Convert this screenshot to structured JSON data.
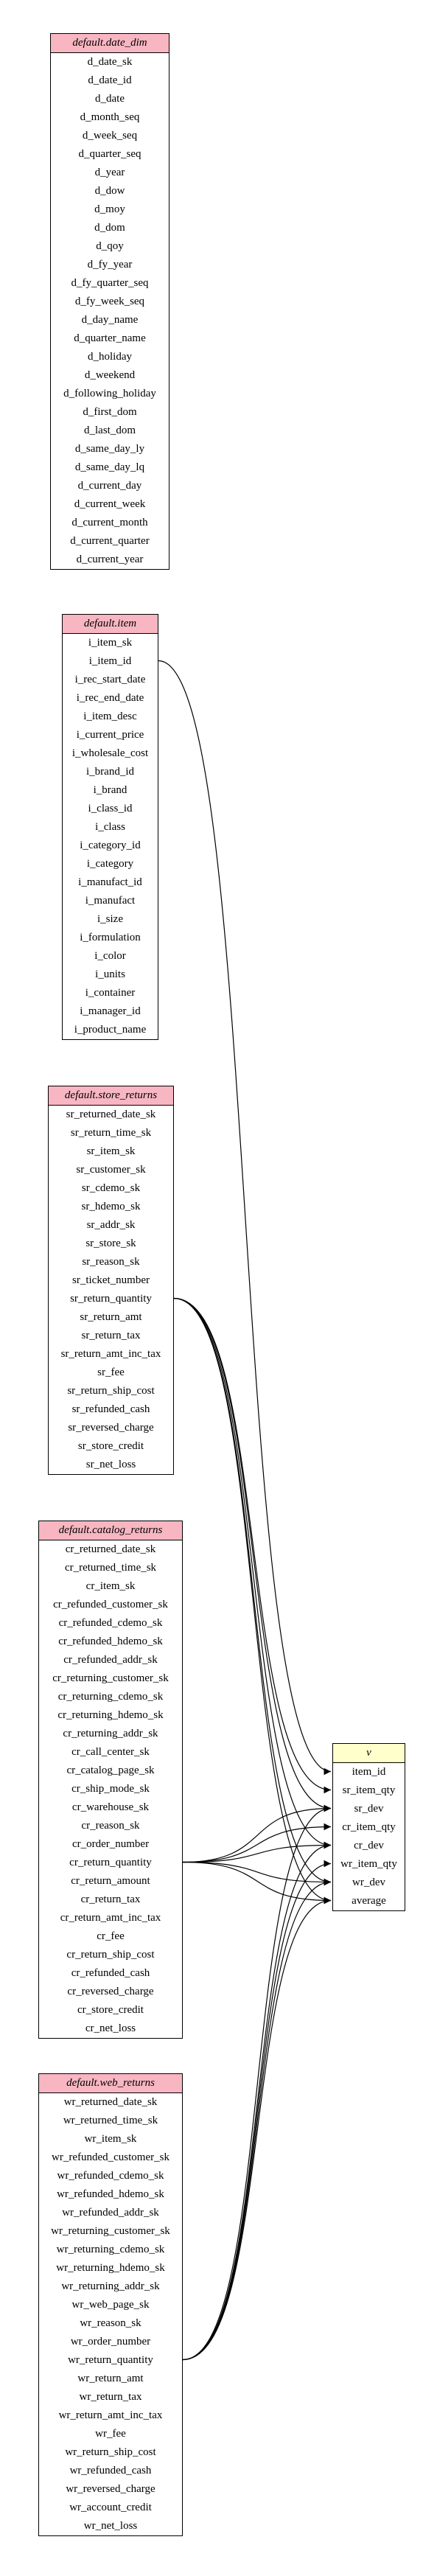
{
  "tables": [
    {
      "id": "date_dim",
      "title": "default.date_dim",
      "highlight": "#f7b6c1",
      "columns": [
        "d_date_sk",
        "d_date_id",
        "d_date",
        "d_month_seq",
        "d_week_seq",
        "d_quarter_seq",
        "d_year",
        "d_dow",
        "d_moy",
        "d_dom",
        "d_qoy",
        "d_fy_year",
        "d_fy_quarter_seq",
        "d_fy_week_seq",
        "d_day_name",
        "d_quarter_name",
        "d_holiday",
        "d_weekend",
        "d_following_holiday",
        "d_first_dom",
        "d_last_dom",
        "d_same_day_ly",
        "d_same_day_lq",
        "d_current_day",
        "d_current_week",
        "d_current_month",
        "d_current_quarter",
        "d_current_year"
      ]
    },
    {
      "id": "item",
      "title": "default.item",
      "highlight": "#f7b6c1",
      "columns": [
        "i_item_sk",
        "i_item_id",
        "i_rec_start_date",
        "i_rec_end_date",
        "i_item_desc",
        "i_current_price",
        "i_wholesale_cost",
        "i_brand_id",
        "i_brand",
        "i_class_id",
        "i_class",
        "i_category_id",
        "i_category",
        "i_manufact_id",
        "i_manufact",
        "i_size",
        "i_formulation",
        "i_color",
        "i_units",
        "i_container",
        "i_manager_id",
        "i_product_name"
      ]
    },
    {
      "id": "store_returns",
      "title": "default.store_returns",
      "highlight": "#f7b6c1",
      "columns": [
        "sr_returned_date_sk",
        "sr_return_time_sk",
        "sr_item_sk",
        "sr_customer_sk",
        "sr_cdemo_sk",
        "sr_hdemo_sk",
        "sr_addr_sk",
        "sr_store_sk",
        "sr_reason_sk",
        "sr_ticket_number",
        "sr_return_quantity",
        "sr_return_amt",
        "sr_return_tax",
        "sr_return_amt_inc_tax",
        "sr_fee",
        "sr_return_ship_cost",
        "sr_refunded_cash",
        "sr_reversed_charge",
        "sr_store_credit",
        "sr_net_loss"
      ]
    },
    {
      "id": "catalog_returns",
      "title": "default.catalog_returns",
      "highlight": "#f7b6c1",
      "columns": [
        "cr_returned_date_sk",
        "cr_returned_time_sk",
        "cr_item_sk",
        "cr_refunded_customer_sk",
        "cr_refunded_cdemo_sk",
        "cr_refunded_hdemo_sk",
        "cr_refunded_addr_sk",
        "cr_returning_customer_sk",
        "cr_returning_cdemo_sk",
        "cr_returning_hdemo_sk",
        "cr_returning_addr_sk",
        "cr_call_center_sk",
        "cr_catalog_page_sk",
        "cr_ship_mode_sk",
        "cr_warehouse_sk",
        "cr_reason_sk",
        "cr_order_number",
        "cr_return_quantity",
        "cr_return_amount",
        "cr_return_tax",
        "cr_return_amt_inc_tax",
        "cr_fee",
        "cr_return_ship_cost",
        "cr_refunded_cash",
        "cr_reversed_charge",
        "cr_store_credit",
        "cr_net_loss"
      ]
    },
    {
      "id": "web_returns",
      "title": "default.web_returns",
      "highlight": "#f7b6c1",
      "columns": [
        "wr_returned_date_sk",
        "wr_returned_time_sk",
        "wr_item_sk",
        "wr_refunded_customer_sk",
        "wr_refunded_cdemo_sk",
        "wr_refunded_hdemo_sk",
        "wr_refunded_addr_sk",
        "wr_returning_customer_sk",
        "wr_returning_cdemo_sk",
        "wr_returning_hdemo_sk",
        "wr_returning_addr_sk",
        "wr_web_page_sk",
        "wr_reason_sk",
        "wr_order_number",
        "wr_return_quantity",
        "wr_return_amt",
        "wr_return_tax",
        "wr_return_amt_inc_tax",
        "wr_fee",
        "wr_return_ship_cost",
        "wr_refunded_cash",
        "wr_reversed_charge",
        "wr_account_credit",
        "wr_net_loss"
      ]
    },
    {
      "id": "v",
      "title": "v",
      "highlight": "#ffffcc",
      "columns": [
        "item_id",
        "sr_item_qty",
        "sr_dev",
        "cr_item_qty",
        "cr_dev",
        "wr_item_qty",
        "wr_dev",
        "average"
      ]
    }
  ],
  "edges": [
    {
      "from": "item.i_item_id",
      "to": "v.item_id"
    },
    {
      "from": "store_returns.sr_return_quantity",
      "to": "v.sr_item_qty"
    },
    {
      "from": "store_returns.sr_return_quantity",
      "to": "v.sr_dev"
    },
    {
      "from": "store_returns.sr_return_quantity",
      "to": "v.cr_dev"
    },
    {
      "from": "store_returns.sr_return_quantity",
      "to": "v.wr_dev"
    },
    {
      "from": "store_returns.sr_return_quantity",
      "to": "v.average"
    },
    {
      "from": "catalog_returns.cr_return_quantity",
      "to": "v.sr_dev"
    },
    {
      "from": "catalog_returns.cr_return_quantity",
      "to": "v.cr_item_qty"
    },
    {
      "from": "catalog_returns.cr_return_quantity",
      "to": "v.cr_dev"
    },
    {
      "from": "catalog_returns.cr_return_quantity",
      "to": "v.wr_dev"
    },
    {
      "from": "catalog_returns.cr_return_quantity",
      "to": "v.average"
    },
    {
      "from": "web_returns.wr_return_quantity",
      "to": "v.sr_dev"
    },
    {
      "from": "web_returns.wr_return_quantity",
      "to": "v.cr_dev"
    },
    {
      "from": "web_returns.wr_return_quantity",
      "to": "v.wr_item_qty"
    },
    {
      "from": "web_returns.wr_return_quantity",
      "to": "v.wr_dev"
    },
    {
      "from": "web_returns.wr_return_quantity",
      "to": "v.average"
    }
  ]
}
